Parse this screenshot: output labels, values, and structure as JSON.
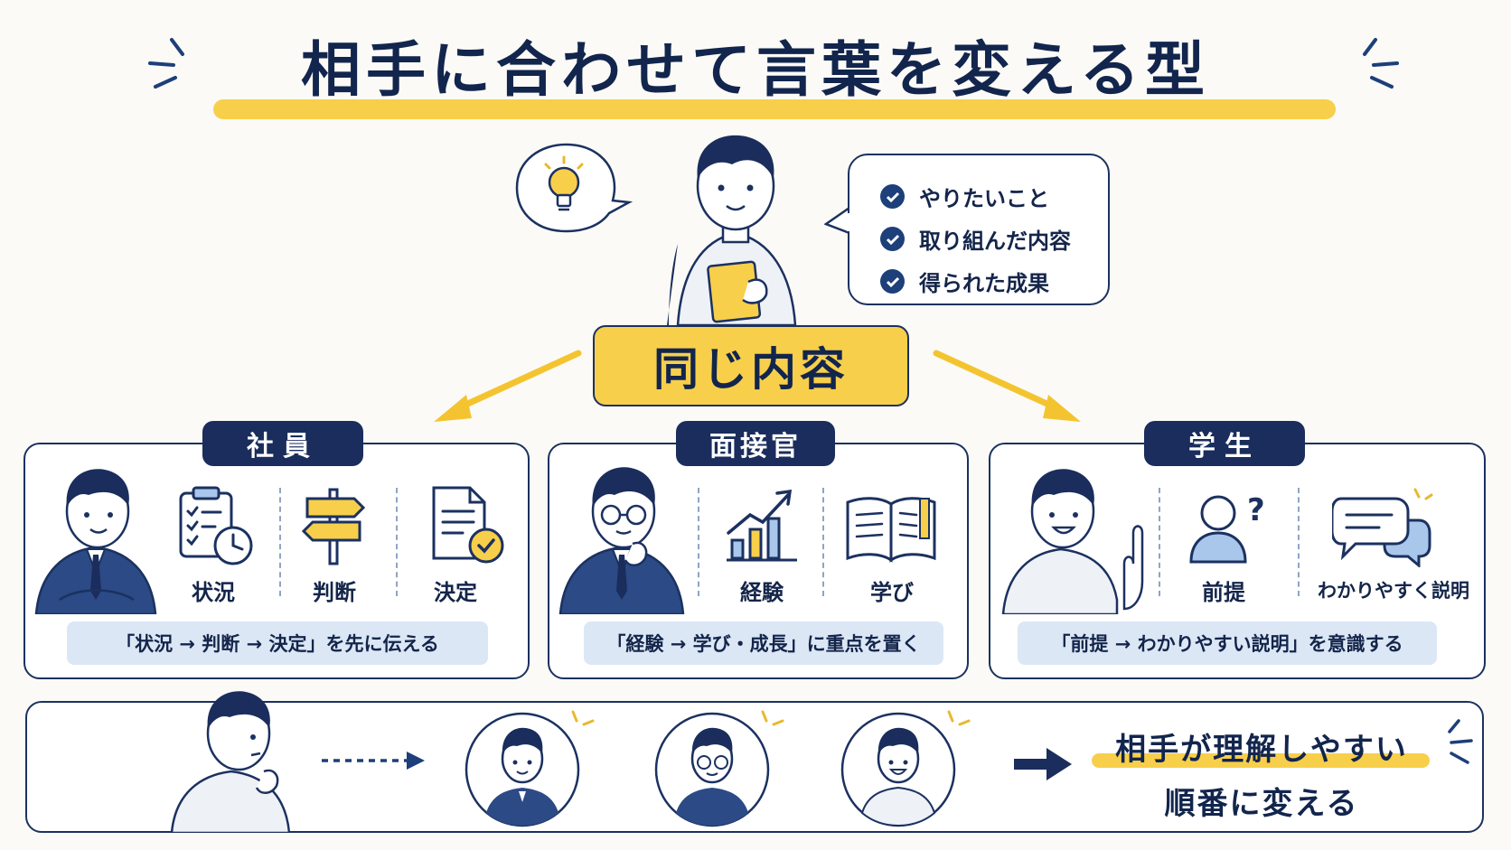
{
  "title": "相手に合わせて言葉を変える型",
  "speech": {
    "items": [
      "やりたいこと",
      "取り組んだ内容",
      "得られた成果"
    ]
  },
  "center_label": "同じ内容",
  "panels": [
    {
      "tab": "社員",
      "icons": [
        {
          "label": "状況",
          "icon": "clipboard-clock-icon"
        },
        {
          "label": "判断",
          "icon": "signpost-icon"
        },
        {
          "label": "決定",
          "icon": "document-check-icon"
        }
      ],
      "pill": "「状況 → 判断 → 決定」を先に伝える"
    },
    {
      "tab": "面接官",
      "icons": [
        {
          "label": "経験",
          "icon": "growth-chart-icon"
        },
        {
          "label": "学び",
          "icon": "open-book-icon"
        }
      ],
      "pill": "「経験 → 学び・成長」に重点を置く"
    },
    {
      "tab": "学生",
      "icons": [
        {
          "label": "前提",
          "icon": "person-question-icon"
        },
        {
          "label": "わかりやすく説明",
          "icon": "chat-bubbles-icon"
        }
      ],
      "pill": "「前提 → わかりやすい説明」を意識する"
    }
  ],
  "bottom": {
    "line1": "相手が理解しやすい",
    "line2": "順番に変える"
  },
  "colors": {
    "navy": "#1a2d5c",
    "yellow": "#f8cf4a",
    "pill_blue": "#dce7f6",
    "icon_blue": "#a9c7ea"
  }
}
